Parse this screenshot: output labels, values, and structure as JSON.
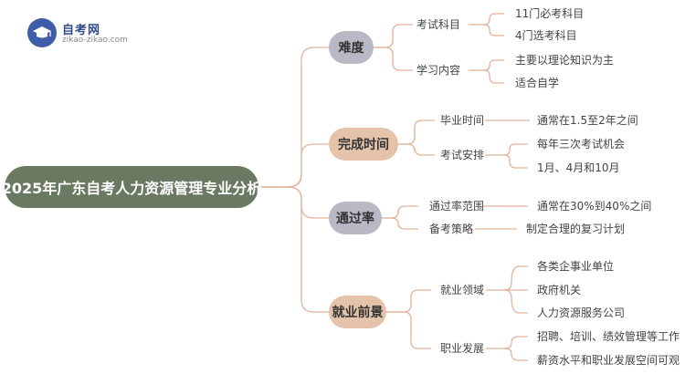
{
  "logo": {
    "name": "自考网",
    "url": "zikao-zikao.com"
  },
  "root": "2025年广东自考人力资源管理专业分析",
  "branches": [
    {
      "label": "难度",
      "items": [
        {
          "label": "考试科目",
          "details": [
            "11门必考科目",
            "4门选考科目"
          ]
        },
        {
          "label": "学习内容",
          "details": [
            "主要以理论知识为主",
            "适合自学"
          ]
        }
      ]
    },
    {
      "label": "完成时间",
      "items": [
        {
          "label": "毕业时间",
          "details": [
            "通常在1.5至2年之间"
          ]
        },
        {
          "label": "考试安排",
          "details": [
            "每年三次考试机会",
            "1月、4月和10月"
          ]
        }
      ]
    },
    {
      "label": "通过率",
      "items": [
        {
          "label": "通过率范围",
          "details": [
            "通常在30%到40%之间"
          ]
        },
        {
          "label": "备考策略",
          "details": [
            "制定合理的复习计划"
          ]
        }
      ]
    },
    {
      "label": "就业前景",
      "items": [
        {
          "label": "就业领域",
          "details": [
            "各类企事业单位",
            "政府机关",
            "人力资源服务公司"
          ]
        },
        {
          "label": "职业发展",
          "details": [
            "招聘、培训、绩效管理等工作",
            "薪资水平和职业发展空间可观"
          ]
        }
      ]
    }
  ],
  "colors": {
    "root": "#6a7a62",
    "branch_gray": "#b9b9c6",
    "branch_tan": "#e5c3aa",
    "connector": "#e2b39a"
  }
}
